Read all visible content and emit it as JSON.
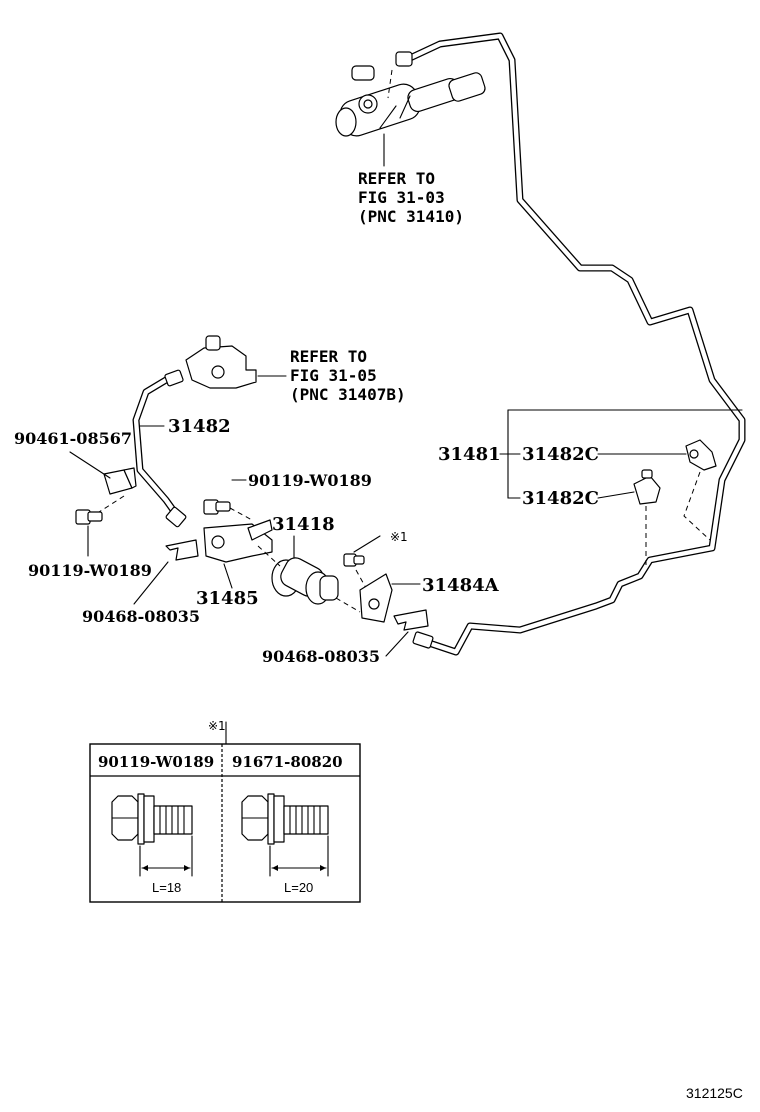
{
  "references": {
    "master_cylinder": {
      "line1": "REFER TO",
      "line2": "FIG 31-03",
      "line3": "(PNC 31410)"
    },
    "clutch_pedal": {
      "line1": "REFER TO",
      "line2": "FIG 31-05",
      "line3": "(PNC 31407B)"
    }
  },
  "parts": {
    "p31482": "31482",
    "p90461_08567": "90461-08567",
    "p90119_w0189_a": "90119-W0189",
    "p90119_w0189_b": "90119-W0189",
    "p31418": "31418",
    "p31485": "31485",
    "p90468_08035_a": "90468-08035",
    "p90468_08035_b": "90468-08035",
    "p31484A": "31484A",
    "p31481": "31481",
    "p31482C_a": "31482C",
    "p31482C_b": "31482C",
    "note_mark": "※1"
  },
  "bolt_table": {
    "mark": "※1",
    "col1_header": "90119-W0189",
    "col2_header": "91671-80820",
    "col1_length": "L=18",
    "col2_length": "L=20"
  },
  "figure_code": "312125C"
}
